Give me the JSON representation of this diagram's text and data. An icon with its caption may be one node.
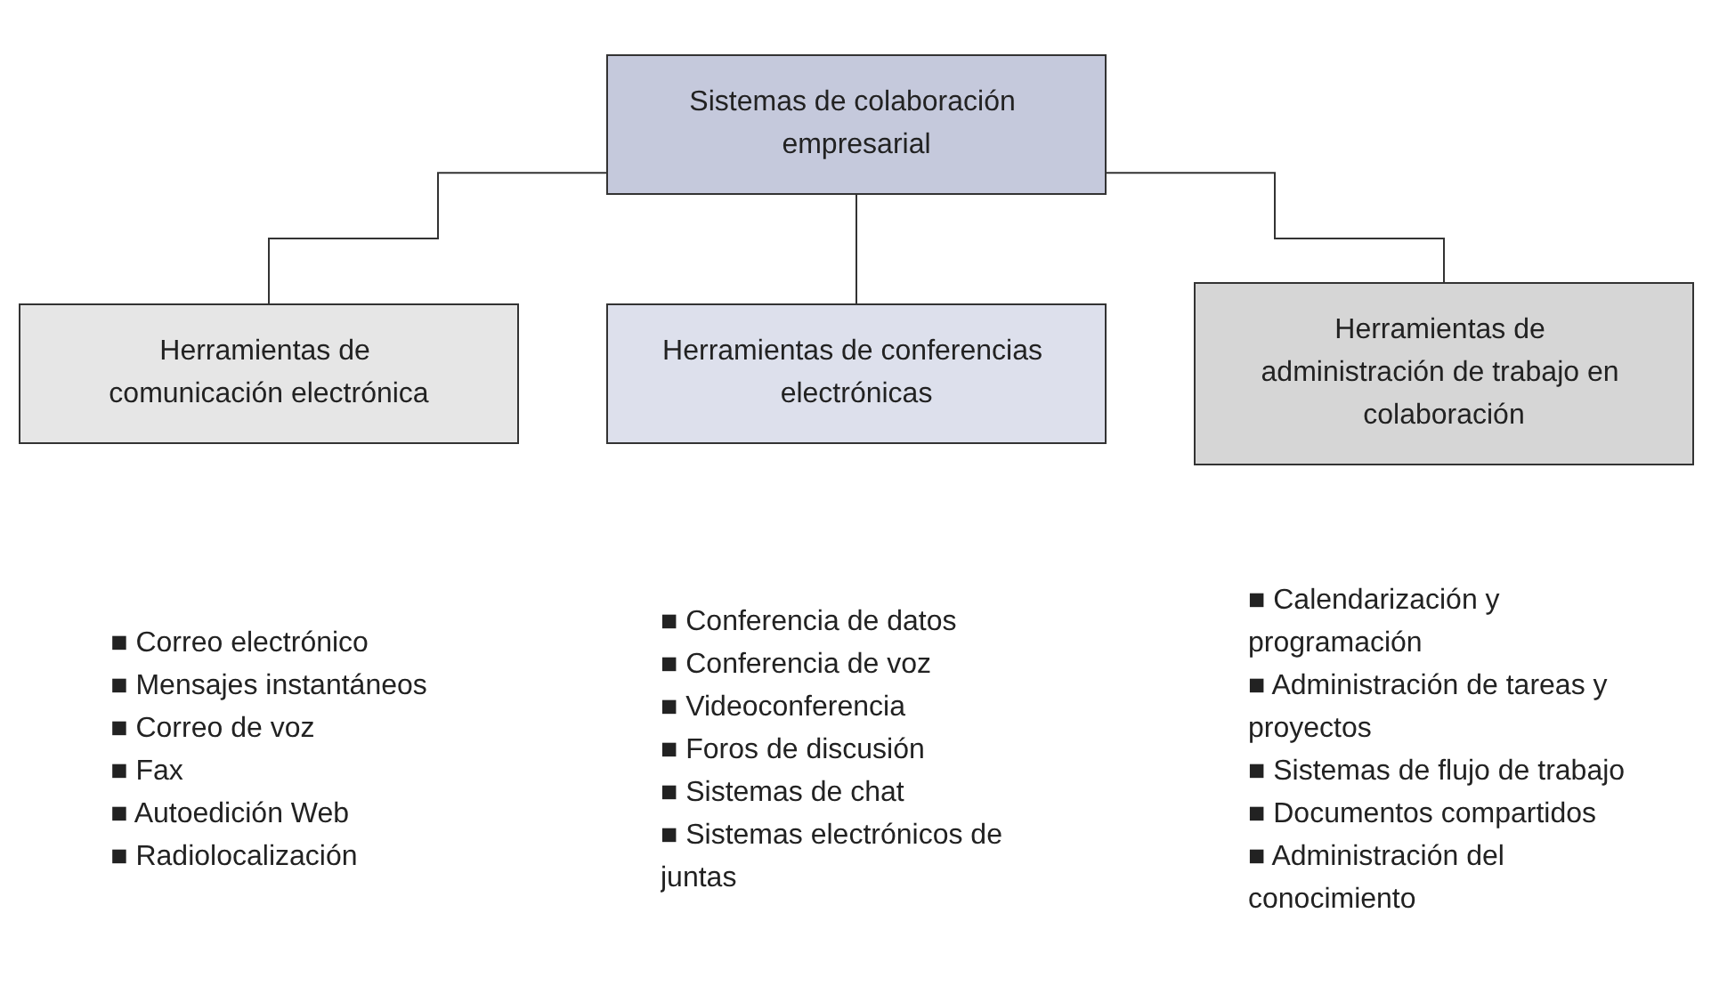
{
  "diagram": {
    "nodes": [
      {
        "text": [
          "Sistemas de colaboración empresarial"
        ]
      },
      {
        "text": [
          "Herramientas de comunicación electrónica"
        ],
        "beside": [
          "■ Correo electrónico",
          "■ Mensajes instantáneos",
          "■ Correo de voz",
          "■ Fax",
          "■ Autoedición Web",
          "■ Radiolocalización"
        ]
      },
      {
        "text": [
          "Herramientas de conferencias electrónicas"
        ],
        "beside": [
          "■ Conferencia de datos",
          "■ Conferencia de voz",
          "■ Videoconferencia",
          "■ Foros de discusión",
          "■ Sistemas de chat",
          "■ Sistemas electrónicos de juntas"
        ]
      },
      {
        "text": [
          "Herramientas de administración de trabajo en colaboración"
        ],
        "beside": [
          "■ Calendarización y programación",
          "■ Administración de tareas y proyectos",
          "■ Sistemas de flujo de trabajo",
          "■ Documentos compartidos",
          "■ Administración del conocimiento"
        ]
      }
    ],
    "edges": [
      {
        "from": 0,
        "to": 1,
        "arrow": "none"
      },
      {
        "from": 0,
        "to": 2,
        "arrow": "none"
      },
      {
        "from": 0,
        "to": 3,
        "arrow": "none"
      }
    ]
  }
}
